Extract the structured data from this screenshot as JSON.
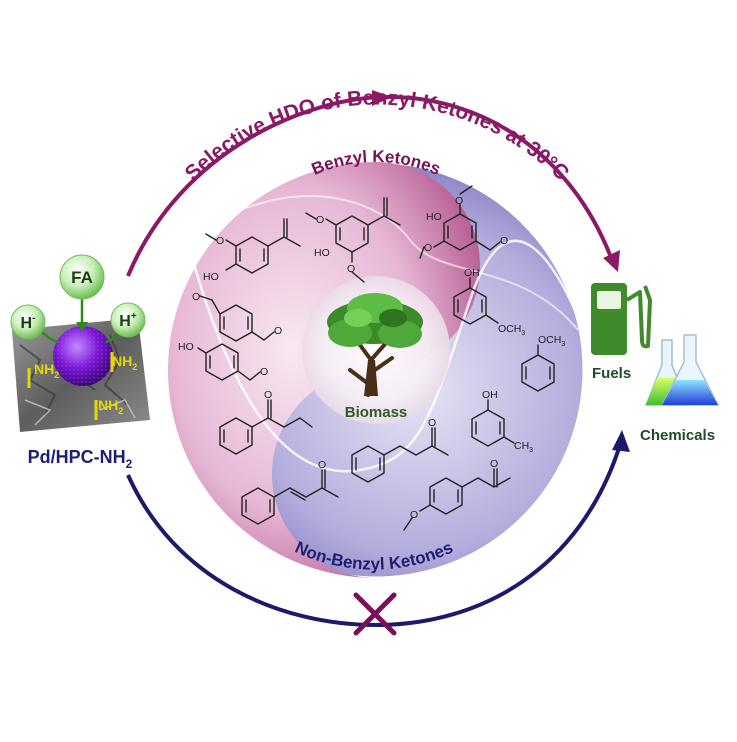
{
  "title_arc": "Selective HDO of Benzyl Ketones at 30°C",
  "benzyl_label": "Benzyl Ketones",
  "nonbenzyl_label": "Non-Benzyl Ketones",
  "center_label": "Biomass",
  "catalyst": {
    "name_main": "Pd/HPC-NH",
    "name_sub": "2"
  },
  "nh2": {
    "main": "NH",
    "sub": "2"
  },
  "bubbles": {
    "h_minus": {
      "main": "H",
      "sup": "-"
    },
    "fa": "FA",
    "h_plus": {
      "main": "H",
      "sup": "+"
    }
  },
  "products": {
    "fuels": "Fuels",
    "chemicals": "Chemicals"
  },
  "atoms": {
    "ho": "HO",
    "oh": "OH",
    "och3": "OCH",
    "ch3": "CH",
    "three": "3",
    "o": "O"
  },
  "colors": {
    "upper_arrow": "#8a1a66",
    "lower_arrow": "#1c1a6a",
    "benzyl_text": "#7b1058",
    "nonbenzyl_text": "#1f1f72",
    "catalyst_text": "#1f1f72",
    "fuels_text": "#1f4a2a",
    "pump": "#3f8a2a",
    "sphere": "#7a16d4",
    "nh2": "#e5d800",
    "cross": "#7b1058"
  }
}
